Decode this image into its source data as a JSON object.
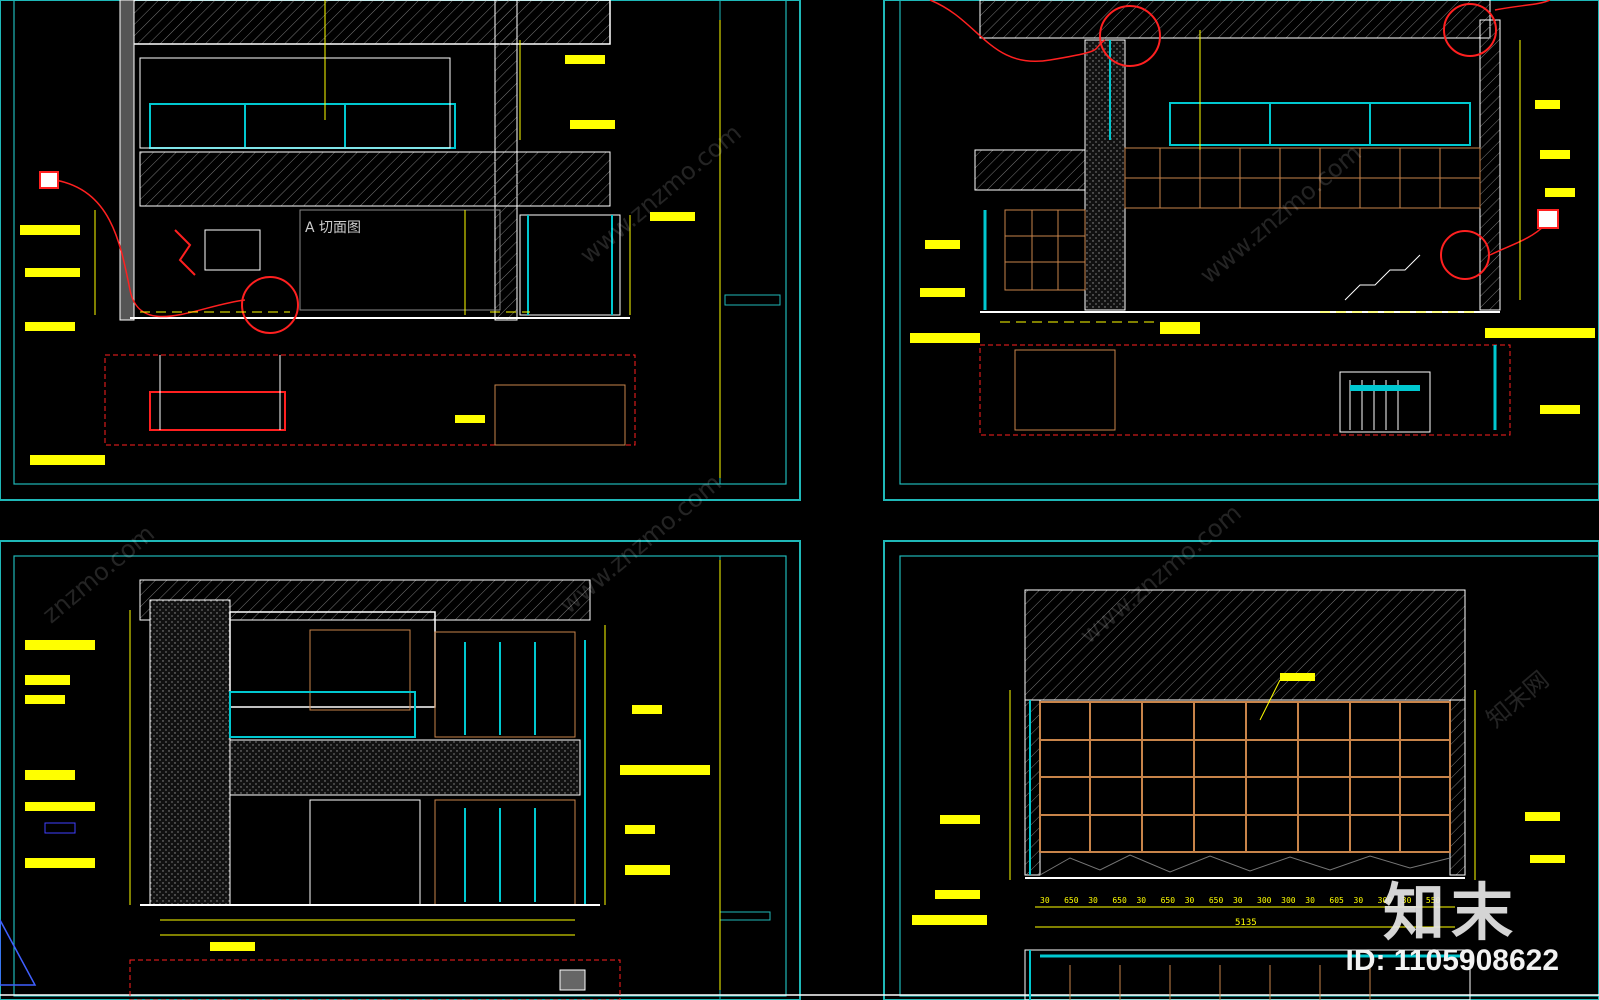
{
  "watermark": {
    "brand": "知末",
    "image_id": "ID: 1105908622",
    "site": "www.znzmo.com",
    "site_short": "znzmo.com",
    "brand_cn": "知末网"
  },
  "sheets": {
    "top_left": {
      "label": "A 切面图"
    },
    "bottom_right": {
      "dims": [
        "30",
        "650",
        "30",
        "650",
        "30",
        "650",
        "30",
        "650",
        "30",
        "300",
        "300",
        "30",
        "605",
        "30",
        "300",
        "30",
        "550"
      ],
      "total": "5135"
    }
  },
  "colors": {
    "background": "#000000",
    "frame": "#1fb8b8",
    "dimension": "#ffff00",
    "wall": "#ffffff",
    "glass": "#00c8d0",
    "wood": "#c8844a",
    "revision": "#ff0000"
  }
}
